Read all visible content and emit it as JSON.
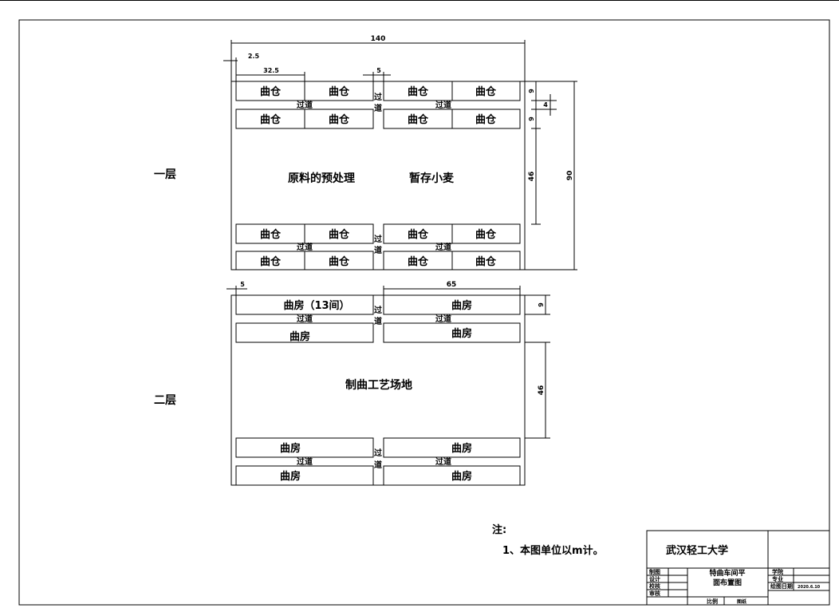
{
  "floor1": {
    "label": "一层",
    "silo": "曲仓",
    "aisle_h": "过道",
    "aisle_v1": "过",
    "aisle_v2": "道",
    "zone_left": "原料的预处理",
    "zone_right": "暂存小麦"
  },
  "floor2": {
    "label": "二层",
    "room_first": "曲房（13间）",
    "room": "曲房",
    "aisle_h": "过道",
    "aisle_v1": "过",
    "aisle_v2": "道",
    "zone": "制曲工艺场地"
  },
  "dimensions": {
    "total_width": "140",
    "offset": "2.5",
    "bay_width": "32.5",
    "aisle_width": "5",
    "row_depth": "9",
    "gap": "4",
    "middle_depth": "46",
    "total_depth": "90",
    "floor2_offset": "5",
    "room_width": "65",
    "floor2_row_depth": "9",
    "floor2_middle_depth": "46"
  },
  "notes": {
    "title": "注:",
    "item1": "1、本图单位以m计。"
  },
  "title_block": {
    "school": "武汉轻工大学",
    "drawing_title_1": "特曲车间平",
    "drawing_title_2": "面布置图",
    "rows": [
      "制图",
      "设计",
      "校核",
      "审核"
    ],
    "college": "学院",
    "major": "专业",
    "date_label": "绘图日期",
    "date_value": "2020.6.10",
    "scale_label": "比例",
    "scale_value": "图纸"
  }
}
